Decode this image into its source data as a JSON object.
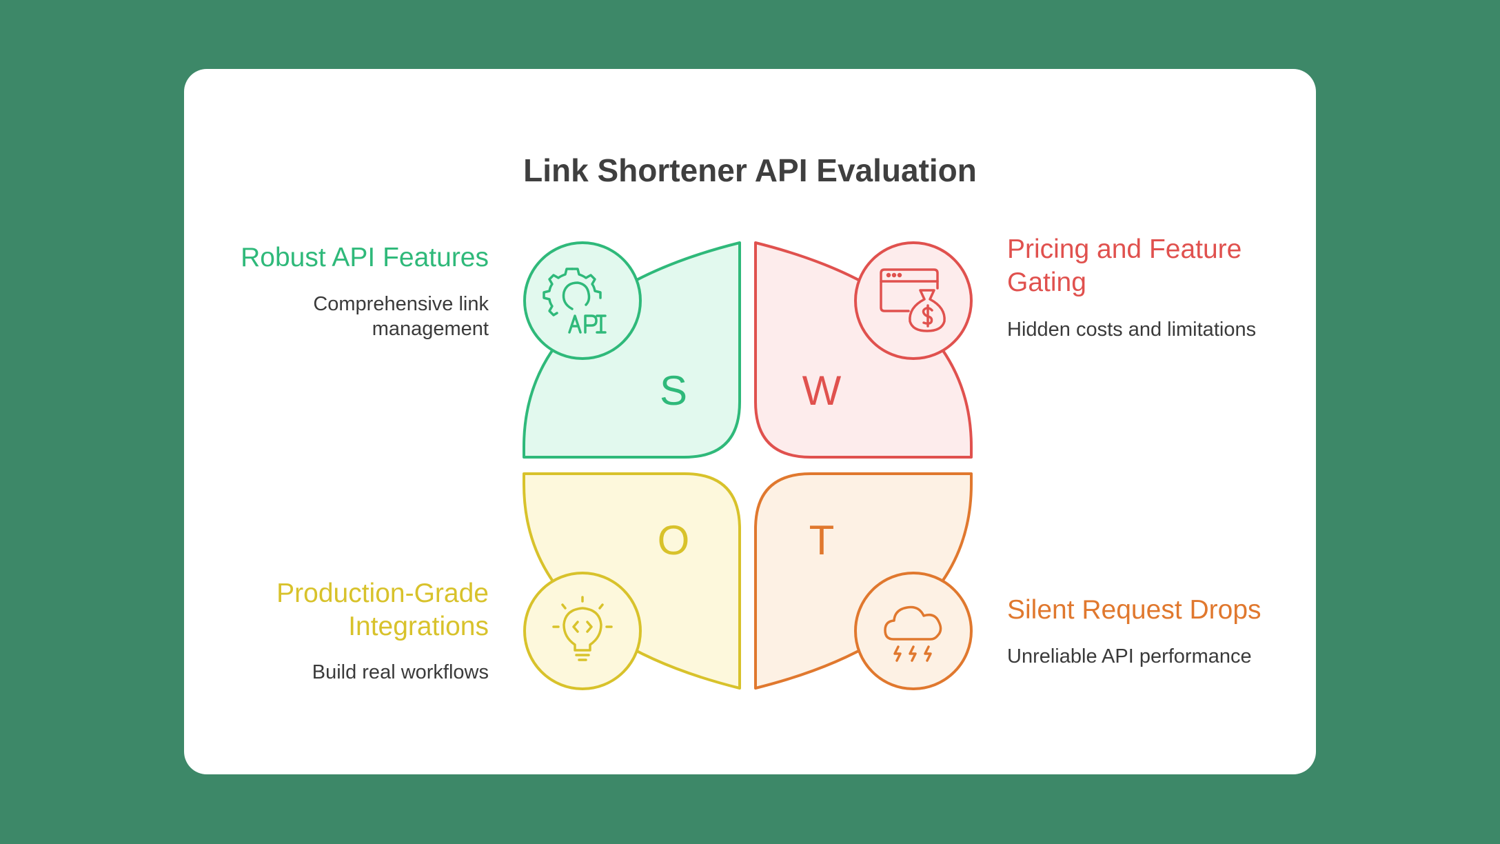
{
  "title": "Link Shortener API Evaluation",
  "colors": {
    "background": "#3d8868",
    "card": "#ffffff",
    "strength": "#2fb97a",
    "weakness": "#e0514e",
    "opportunity": "#d8c22b",
    "threat": "#e0782e"
  },
  "quadrants": [
    {
      "key": "strength",
      "letter": "S",
      "heading": "Robust API Features",
      "description_lines": [
        "Comprehensive link",
        "management"
      ],
      "icon": "api-gear-icon"
    },
    {
      "key": "weakness",
      "letter": "W",
      "heading_lines": [
        "Pricing and Feature",
        "Gating"
      ],
      "description": "Hidden costs and limitations",
      "icon": "browser-money-bag-icon"
    },
    {
      "key": "opportunity",
      "letter": "O",
      "heading_lines": [
        "Production-Grade",
        "Integrations"
      ],
      "description": "Build real workflows",
      "icon": "lightbulb-code-icon"
    },
    {
      "key": "threat",
      "letter": "T",
      "heading": "Silent Request Drops",
      "description": "Unreliable API performance",
      "icon": "cloud-lightning-icon"
    }
  ]
}
